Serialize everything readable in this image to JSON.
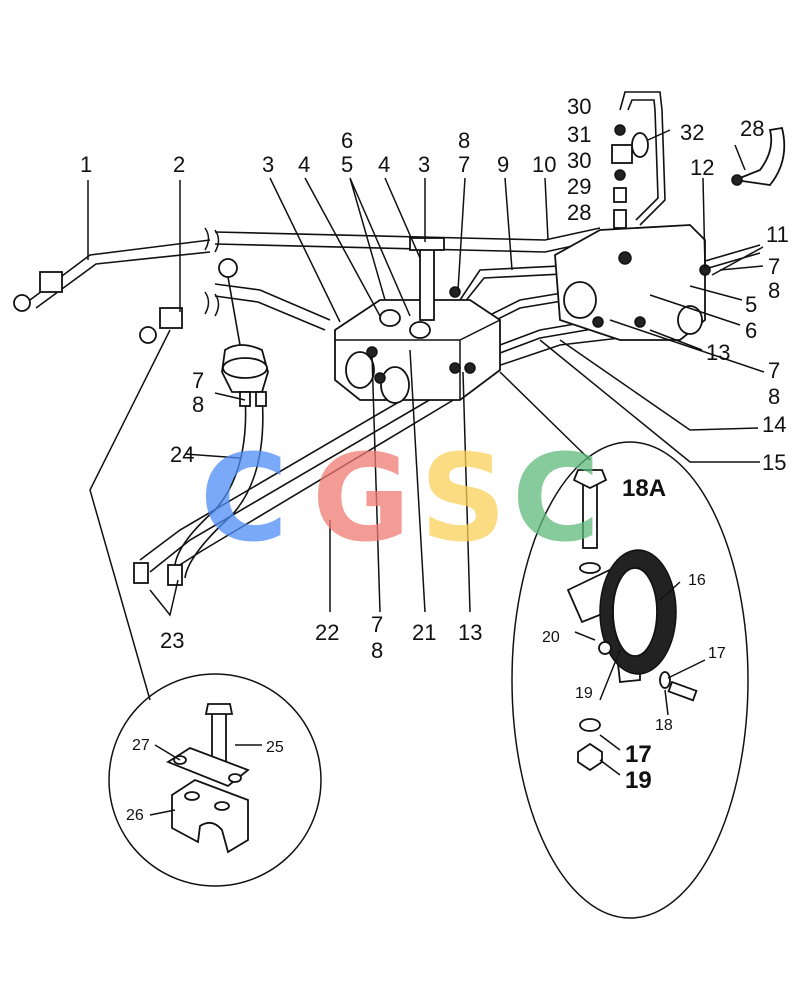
{
  "watermark": {
    "text": [
      "C",
      "G",
      "S",
      "C"
    ],
    "colors": [
      "#4d8df6",
      "#f07b72",
      "#fcd15a",
      "#5fb97c"
    ]
  },
  "callouts": {
    "c1": "1",
    "c2": "2",
    "c3a": "3",
    "c4a": "4",
    "c6a": "6",
    "c5a": "5",
    "c4b": "4",
    "c3b": "3",
    "c8a": "8",
    "c7a": "7",
    "c9": "9",
    "c10": "10",
    "c30a": "30",
    "c31": "31",
    "c32": "32",
    "c30b": "30",
    "c29": "29",
    "c28a": "28",
    "c28b": "28",
    "c12": "12",
    "c11": "11",
    "c7b": "7",
    "c8b": "8",
    "c5b": "5",
    "c6b": "6",
    "c13a": "13",
    "c7c": "7",
    "c8c": "8",
    "c14": "14",
    "c15": "15",
    "c7d": "7",
    "c8d": "8",
    "c24": "24",
    "c23": "23",
    "c22": "22",
    "c7e": "7",
    "c8e": "8",
    "c21": "21",
    "c13b": "13",
    "c18A": "18A",
    "c16": "16",
    "c20": "20",
    "c17a": "17",
    "c19a": "19",
    "c18": "18",
    "c17b": "17",
    "c19b": "19",
    "c25": "25",
    "c27": "27",
    "c26": "26"
  }
}
